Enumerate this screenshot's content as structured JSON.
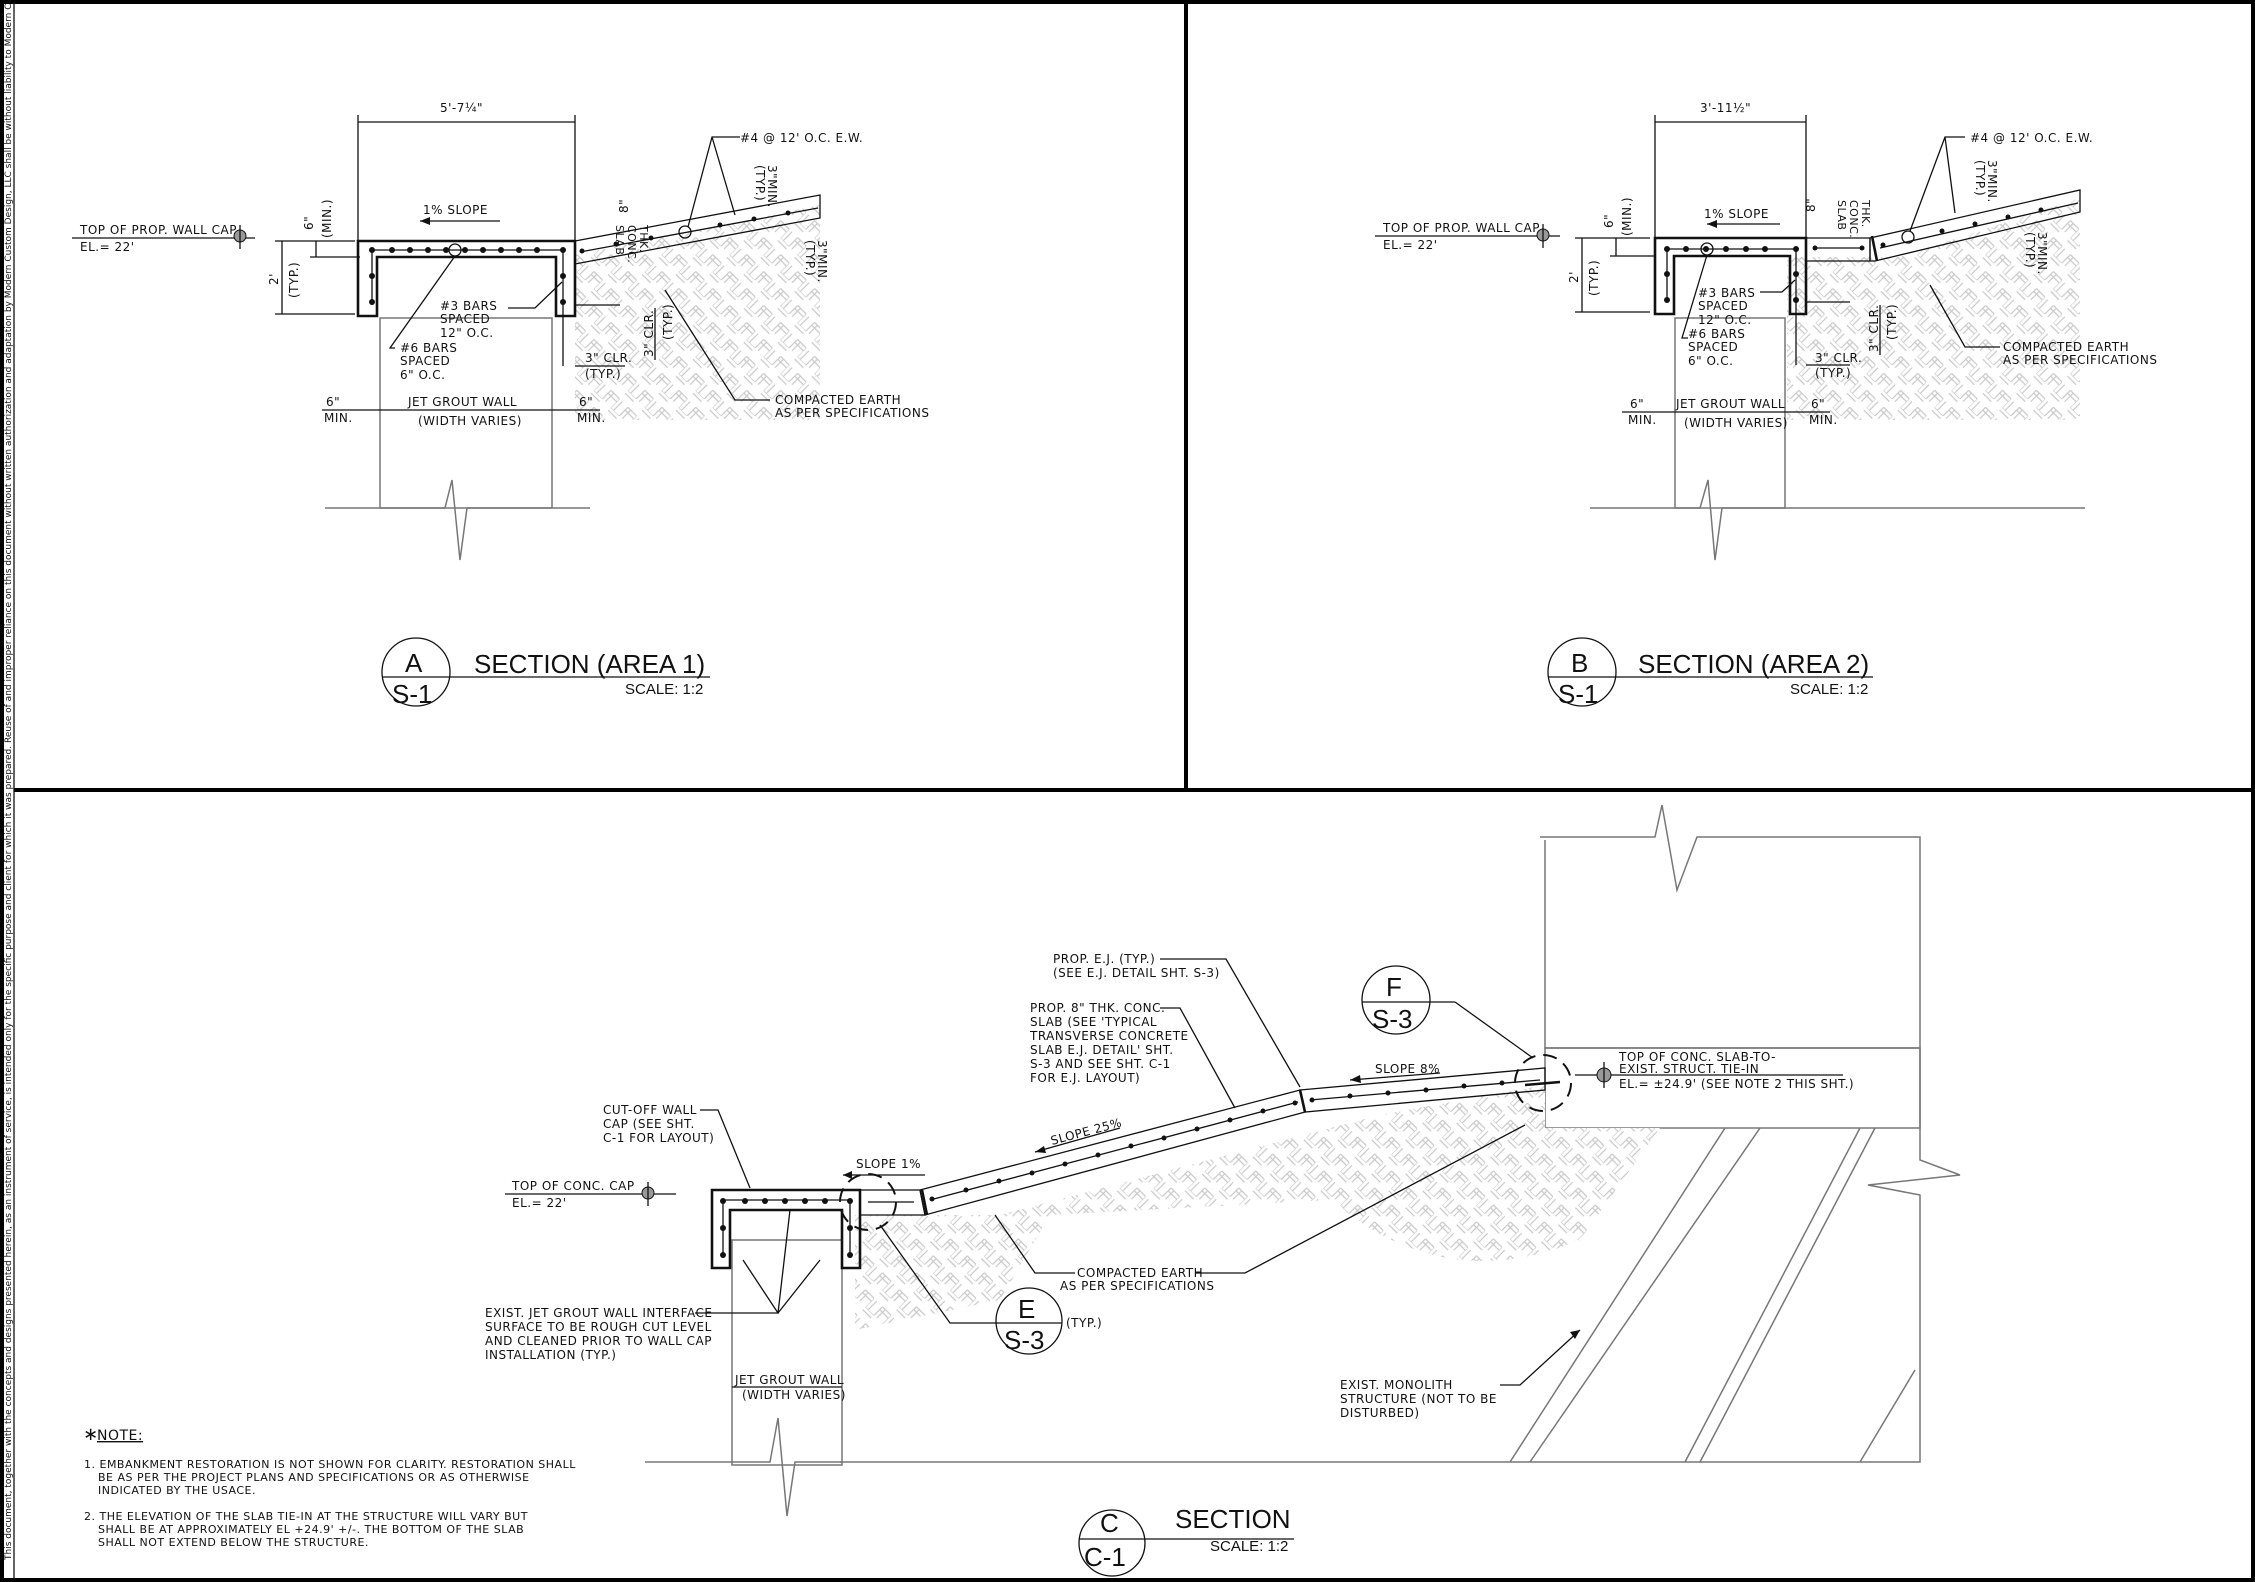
{
  "disclaimer": "This document, together with the concepts and designs presented herein, as an instrument of service, is intended only for the specific purpose and client for which it was prepared. Reuse of and improper reliance on this document without written authorization and adaptation by Modern Custom Design, LLC shall be without liability to Modern Custom Design, LLC.",
  "section_a": {
    "bubble_top": "A",
    "bubble_bottom": "S-1",
    "title": "SECTION (AREA 1)",
    "scale": "SCALE: 1:2",
    "width_dim": "5'-7¼\"",
    "slope": "1% SLOPE",
    "elev_label": "TOP OF PROP. WALL CAP",
    "elev_value": "EL.= 22'",
    "cap_thk": "6\"",
    "cap_thk_note": "(MIN.)",
    "cap_height": "2'",
    "cap_height_note": "(TYP.)",
    "bars3": [
      "#3 BARS",
      "SPACED",
      "12\" O.C."
    ],
    "bars6": [
      "#6 BARS",
      "SPACED",
      "6\" O.C."
    ],
    "clr": "3\" CLR.",
    "clr_note": "(TYP.)",
    "clr_vert": "3\" CLR.",
    "min_left": [
      "6\"",
      "MIN."
    ],
    "min_right": [
      "6\"",
      "MIN."
    ],
    "jet_grout": "JET GROUT WALL",
    "width_varies": "(WIDTH VARIES)",
    "slab": [
      "8\"",
      "THK.",
      "CONC.",
      "SLAB"
    ],
    "rebar4": "#4 @ 12' O.C. E.W.",
    "min3": "3\"MIN.",
    "typ": "(TYP.)",
    "earth": [
      "COMPACTED EARTH",
      "AS PER SPECIFICATIONS"
    ]
  },
  "section_b": {
    "bubble_top": "B",
    "bubble_bottom": "S-1",
    "title": "SECTION (AREA 2)",
    "scale": "SCALE: 1:2",
    "width_dim": "3'-11½\"",
    "slope": "1% SLOPE",
    "elev_label": "TOP OF PROP. WALL CAP",
    "elev_value": "EL.= 22'",
    "cap_thk": "6\"",
    "cap_thk_note": "(MIN.)",
    "cap_height": "2'",
    "cap_height_note": "(TYP.)",
    "bars3": [
      "#3 BARS",
      "SPACED",
      "12\" O.C."
    ],
    "bars6": [
      "#6 BARS",
      "SPACED",
      "6\" O.C."
    ],
    "clr": "3\" CLR.",
    "clr_note": "(TYP.)",
    "clr_vert": "3\" CLR.",
    "min_left": [
      "6\"",
      "MIN."
    ],
    "min_right": [
      "6\"",
      "MIN."
    ],
    "jet_grout": "JET GROUT WALL",
    "width_varies": "(WIDTH VARIES)",
    "slab": [
      "8\"",
      "THK.",
      "CONC.",
      "SLAB"
    ],
    "rebar4": "#4 @ 12' O.C. E.W.",
    "min3": "3\"MIN.",
    "typ": "(TYP.)",
    "earth": [
      "COMPACTED EARTH",
      "AS PER SPECIFICATIONS"
    ]
  },
  "section_c": {
    "bubble_top": "C",
    "bubble_bottom": "C-1",
    "title": "SECTION",
    "scale": "SCALE: 1:2",
    "elev_label": "TOP OF CONC. CAP",
    "elev_value": "EL.= 22'",
    "cutoff": [
      "CUT-OFF WALL",
      "CAP (SEE SHT.",
      "C-1 FOR LAYOUT)"
    ],
    "slope1": "SLOPE 1%",
    "slope25": "SLOPE 25%",
    "slope8": "SLOPE 8%",
    "ej": [
      "PROP. E.J. (TYP.)",
      "(SEE E.J. DETAIL SHT. S-3)"
    ],
    "slab": [
      "PROP. 8\" THK. CONC.",
      "SLAB (SEE 'TYPICAL",
      "TRANSVERSE CONCRETE",
      "SLAB E.J. DETAIL' SHT.",
      "S-3 AND SEE SHT. C-1",
      "FOR E.J. LAYOUT)"
    ],
    "detail_f_top": "F",
    "detail_f_bottom": "S-3",
    "detail_e_top": "E",
    "detail_e_bottom": "S-3",
    "detail_e_note": "(TYP.)",
    "tie_in": [
      "TOP OF CONC. SLAB-TO-",
      "EXIST. STRUCT. TIE-IN",
      "EL.= ±24.9' (SEE NOTE 2 THIS SHT.)"
    ],
    "earth": [
      "COMPACTED EARTH",
      "AS PER SPECIFICATIONS"
    ],
    "interface": [
      "EXIST. JET GROUT WALL INTERFACE",
      "SURFACE TO BE ROUGH CUT LEVEL",
      "AND CLEANED PRIOR TO WALL CAP",
      "INSTALLATION (TYP.)"
    ],
    "jet_grout": "JET GROUT WALL",
    "width_varies": "(WIDTH VARIES)",
    "monolith": [
      "EXIST. MONOLITH",
      "STRUCTURE (NOT TO BE",
      "DISTURBED)"
    ]
  },
  "notes": {
    "heading": "NOTE:",
    "star": "∗",
    "items": [
      [
        "1. EMBANKMENT RESTORATION IS NOT SHOWN FOR CLARITY. RESTORATION SHALL",
        "BE AS PER THE PROJECT PLANS AND SPECIFICATIONS OR AS OTHERWISE",
        "INDICATED BY THE USACE."
      ],
      [
        "2. THE ELEVATION OF THE SLAB TIE-IN AT THE STRUCTURE WILL VARY BUT",
        "SHALL BE AT APPROXIMATELY EL +24.9' +/-. THE BOTTOM OF THE SLAB",
        "SHALL NOT EXTEND BELOW THE STRUCTURE."
      ]
    ]
  }
}
